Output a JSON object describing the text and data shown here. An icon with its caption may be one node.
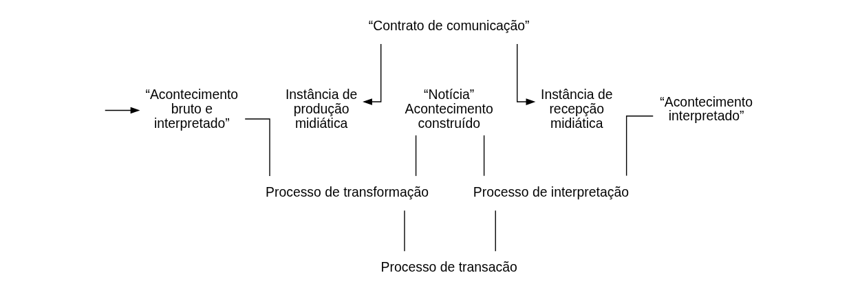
{
  "diagram": {
    "nodes": [
      {
        "text": [
          "“Contrato de comunicação”"
        ]
      },
      {
        "text": [
          "“Acontecimento bruto e interpretado”"
        ]
      },
      {
        "text": [
          "Instância de produção midiática"
        ]
      },
      {
        "text": [
          "“Notícia” Acontecimento construído"
        ]
      },
      {
        "text": [
          "Instância de recepção midiática"
        ]
      },
      {
        "text": [
          "“Acontecimento interpretado”"
        ]
      },
      {
        "text": [
          "Processo de transformação"
        ]
      },
      {
        "text": [
          "Processo de interpretação"
        ]
      },
      {
        "text": [
          "Processo de transacão"
        ]
      }
    ],
    "edges": [
      {
        "from": 0,
        "to": 2,
        "arrow": "to"
      },
      {
        "from": 0,
        "to": 4,
        "arrow": "to"
      },
      {
        "from": null,
        "to": 1,
        "arrow": "to"
      },
      {
        "from": 1,
        "to": 6,
        "arrow": "none"
      },
      {
        "from": 6,
        "to": 3,
        "arrow": "none"
      },
      {
        "from": 3,
        "to": 7,
        "arrow": "none"
      },
      {
        "from": 7,
        "to": 5,
        "arrow": "none"
      },
      {
        "from": 6,
        "to": 8,
        "arrow": "none"
      },
      {
        "from": 7,
        "to": 8,
        "arrow": "none"
      }
    ]
  }
}
